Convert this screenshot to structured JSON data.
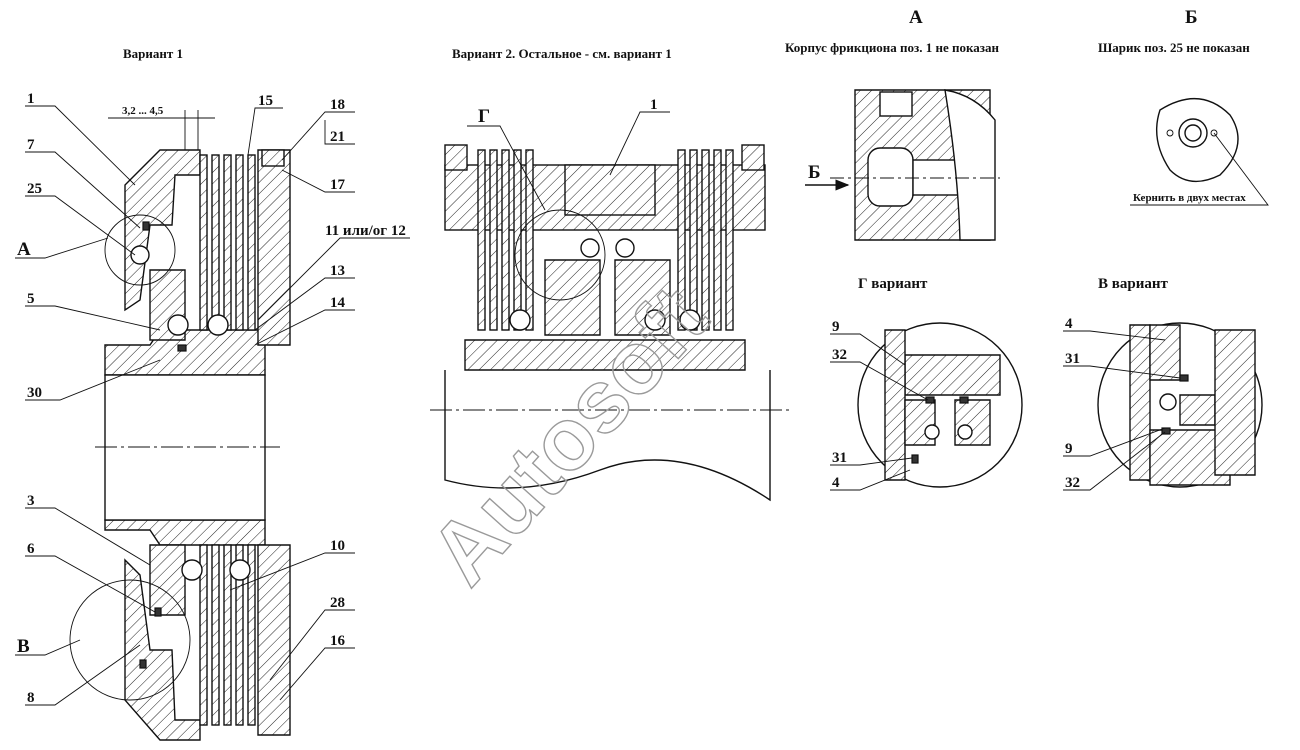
{
  "headings": {
    "variant1": "Вариант 1",
    "variant2": "Вариант 2. Остальное - см. вариант 1",
    "view_a_letter": "А",
    "view_a_note": "Корпус фрикциона поз. 1 не показан",
    "view_b_letter": "Б",
    "view_b_note": "Шарик поз. 25 не показан",
    "view_g": "Г вариант",
    "view_v": "В вариант"
  },
  "dimension": "3,2 ... 4,5",
  "punch_note": "Кернить в двух местах",
  "callouts_variant1": {
    "c1": "1",
    "c7": "7",
    "c25": "25",
    "cA": "А",
    "c5": "5",
    "c30": "30",
    "c3": "3",
    "c6": "6",
    "cV": "В",
    "c8": "8",
    "c15": "15",
    "c18": "18",
    "c21": "21",
    "c17": "17",
    "c11": "11 или/ог 12",
    "c13": "13",
    "c14": "14",
    "c10": "10",
    "c28": "28",
    "c16": "16"
  },
  "callouts_variant2": {
    "cG": "Г",
    "c1": "1"
  },
  "callouts_view_a": {
    "arrowB": "Б"
  },
  "callouts_view_g": {
    "c9": "9",
    "c32": "32",
    "c31": "31",
    "c4": "4"
  },
  "callouts_view_v": {
    "c4": "4",
    "c31": "31",
    "c9": "9",
    "c32": "32"
  },
  "watermark": "Autosoft"
}
